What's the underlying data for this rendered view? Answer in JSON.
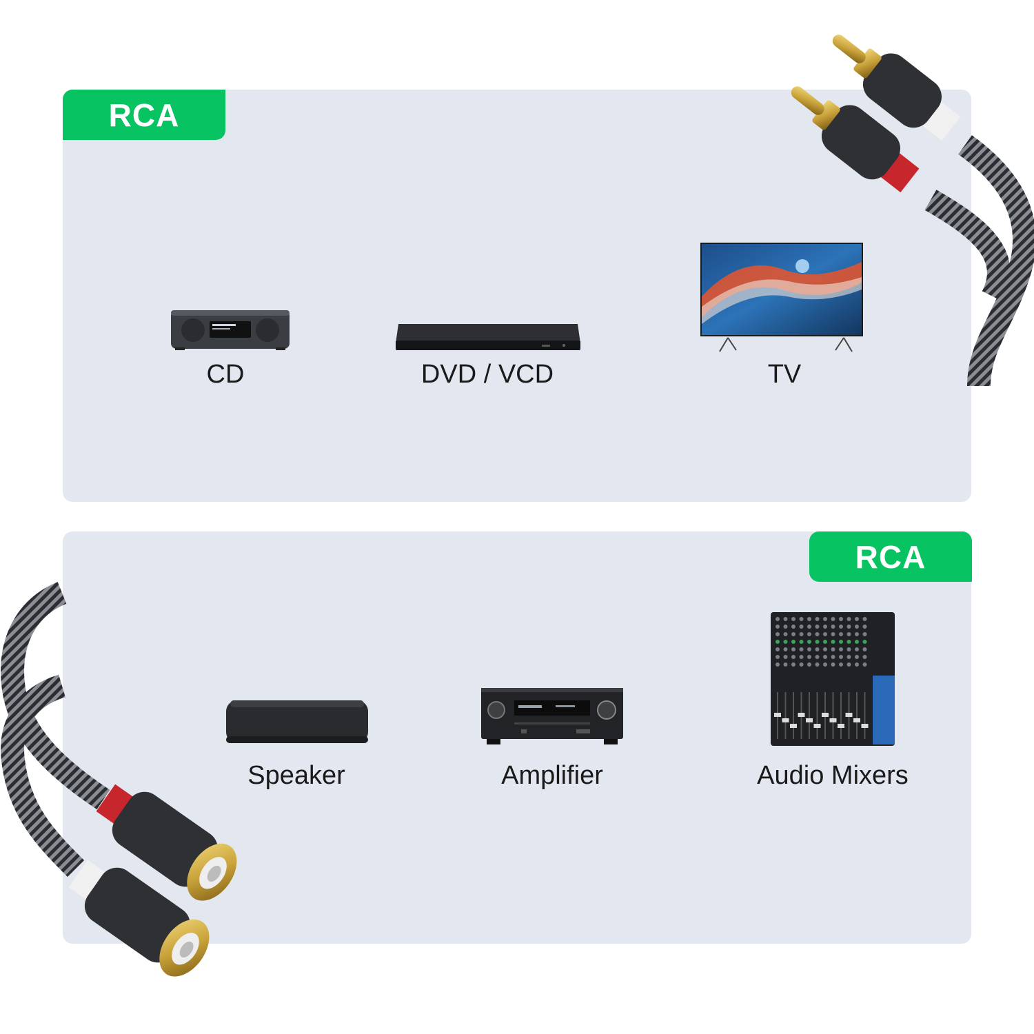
{
  "sections": [
    {
      "badge": "RCA",
      "devices": [
        {
          "icon": "cd-player-icon",
          "label": "CD"
        },
        {
          "icon": "dvd-player-icon",
          "label": "DVD / VCD"
        },
        {
          "icon": "tv-icon",
          "label": "TV"
        }
      ]
    },
    {
      "badge": "RCA",
      "devices": [
        {
          "icon": "speaker-icon",
          "label": "Speaker"
        },
        {
          "icon": "amplifier-icon",
          "label": "Amplifier"
        },
        {
          "icon": "audio-mixer-icon",
          "label": "Audio Mixers"
        }
      ]
    }
  ],
  "colors": {
    "badge": "#08c361",
    "panel": "#e3e7ef",
    "plug_red": "#c8262d",
    "plug_white": "#f0f0f0",
    "gold": "#c9a23a"
  }
}
